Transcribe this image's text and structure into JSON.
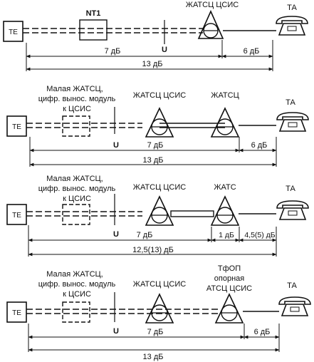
{
  "panel1": {
    "te": "TE",
    "nt1": "NT1",
    "exchange": "ЖАТСЦ ЦСИС",
    "ta": "ТА",
    "u": "U",
    "loss_left": "7 дБ",
    "loss_right": "6 дБ",
    "total": "13 дБ"
  },
  "panel2": {
    "te": "TE",
    "module_line1": "Малая ЖАТСЦ,",
    "module_line2": "цифр. вынос. модуль",
    "module_line3": "к ЦСИС",
    "exchange": "ЖАТСЦ ЦСИС",
    "exchange2": "ЖАТСЦ",
    "ta": "ТА",
    "u": "U",
    "loss_left": "7 дБ",
    "loss_right": "6 дБ",
    "total": "13 дБ"
  },
  "panel3": {
    "te": "TE",
    "module_line1": "Малая ЖАТСЦ,",
    "module_line2": "цифр. вынос. модуль",
    "module_line3": "к ЦСИС",
    "exchange": "ЖАТСЦ ЦСИС",
    "exchange2": "ЖАТС",
    "ta": "ТА",
    "u": "U",
    "loss_left": "7 дБ",
    "loss_mid": "1 дБ",
    "loss_right": "4,5(5) дБ",
    "total": "12,5(13) дБ"
  },
  "panel4": {
    "te": "TE",
    "module_line1": "Малая ЖАТСЦ,",
    "module_line2": "цифр. вынос. модуль",
    "module_line3": "к ЦСИС",
    "exchange": "ЖАТСЦ ЦСИС",
    "exchange2_line1": "ТфОП",
    "exchange2_line2": "опорная",
    "exchange2_line3": "АТСЦ ЦСИС",
    "ta": "ТА",
    "u": "U",
    "loss_left": "7 дБ",
    "loss_right": "6 дБ",
    "total": "13 дБ"
  }
}
